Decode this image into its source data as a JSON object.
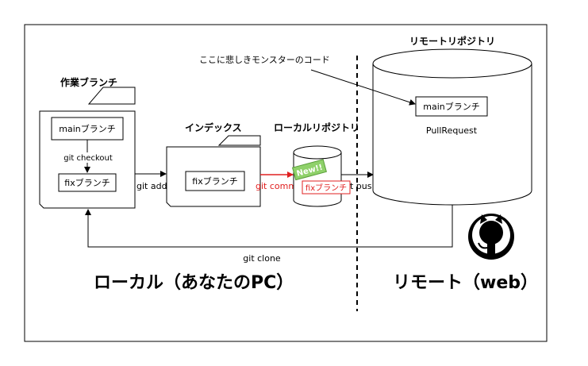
{
  "labels": {
    "working_branch": "作業ブランチ",
    "index": "インデックス",
    "local_repo": "ローカルリポジトリ",
    "remote_repo": "リモートリポジトリ",
    "annotation": "ここに悲しきモンスターのコード"
  },
  "boxes": {
    "main_branch_local": "mainブランチ",
    "fix_branch_local": "fixブランチ",
    "fix_branch_index": "fixブランチ",
    "fix_branch_repo": "fixブランチ",
    "main_branch_remote": "mainブランチ",
    "pull_request": "PullRequest",
    "new_badge": "New!!"
  },
  "edges": {
    "git_checkout": "git checkout",
    "git_add": "git add",
    "git_commit": "git commit",
    "git_push": "t push",
    "git_clone": "git clone"
  },
  "sections": {
    "local": "ローカル（あなたのPC）",
    "remote": "リモート（web）"
  },
  "colors": {
    "commit_red": "#e02020",
    "badge_green": "#6fbf4a"
  },
  "icons": [
    "github-icon"
  ]
}
